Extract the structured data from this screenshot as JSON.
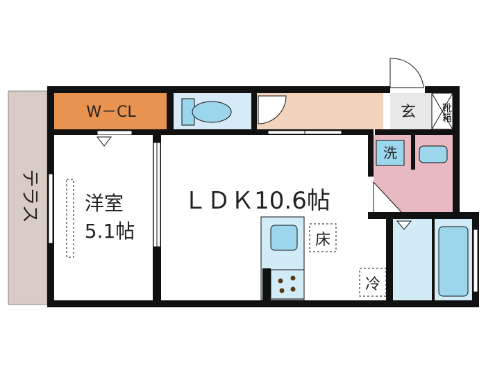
{
  "rooms": {
    "terrace": "テラス",
    "wcl": "W－CL",
    "western_room_name": "洋室",
    "western_room_size": "5.1帖",
    "ldk": "ＬＤＫ10.6帖",
    "entrance": "玄",
    "shoe_box": "靴箱",
    "washer": "洗",
    "floor_storage": "床",
    "refrigerator": "冷"
  },
  "colors": {
    "wall": "#111111",
    "terrace": "#d8ccc4",
    "walk_in_closet": "#e8934f",
    "toilet_room": "#d6eaf7",
    "corridor": "#f2d4bd",
    "entrance": "#e8e8e8",
    "washroom": "#e8b9c0",
    "fixture": "#9cd6ec",
    "kitchen": "#d2ecf7",
    "bath": "#bfe1f3"
  }
}
